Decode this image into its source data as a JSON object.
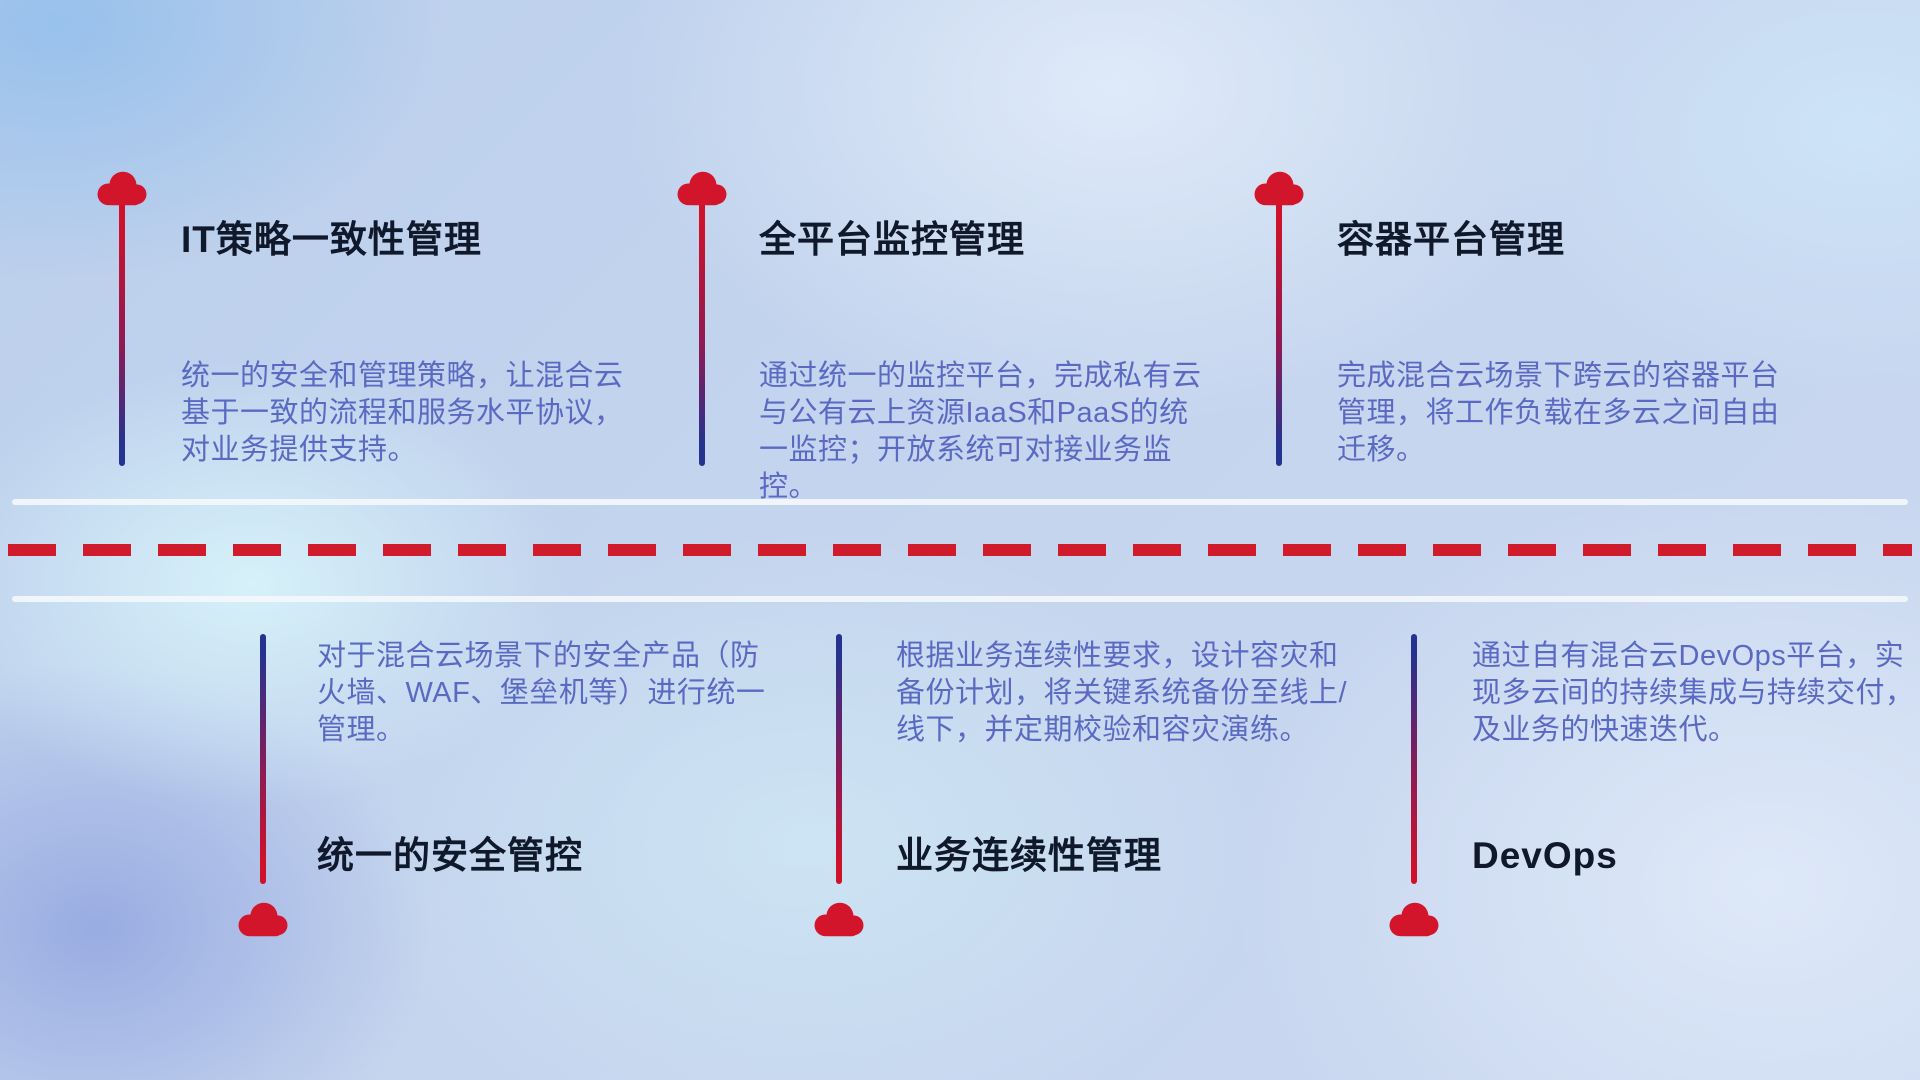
{
  "colors": {
    "accent_red": "#cf1b2b",
    "accent_blue": "#24338f",
    "title_text": "#10182b",
    "body_text": "#5a6ac2",
    "rail_light": "#f3f7fc"
  },
  "icons": {
    "cloud": "cloud-icon"
  },
  "top_items": [
    {
      "title": "IT策略一致性管理",
      "description": "统一的安全和管理策略，让混合云基于一致的流程和服务水平协议，对业务提供支持。"
    },
    {
      "title": "全平台监控管理",
      "description": "通过统一的监控平台，完成私有云与公有云上资源IaaS和PaaS的统一监控；开放系统可对接业务监控。"
    },
    {
      "title": "容器平台管理",
      "description": "完成混合云场景下跨云的容器平台管理，将工作负载在多云之间自由迁移。"
    }
  ],
  "bottom_items": [
    {
      "title": "统一的安全管控",
      "description": "对于混合云场景下的安全产品（防火墙、WAF、堡垒机等）进行统一管理。"
    },
    {
      "title": "业务连续性管理",
      "description": "根据业务连续性要求，设计容灾和备份计划，将关键系统备份至线上/线下，并定期校验和容灾演练。"
    },
    {
      "title": "DevOps",
      "description": "通过自有混合云DevOps平台，实现多云间的持续集成与持续交付，及业务的快速迭代。"
    }
  ]
}
